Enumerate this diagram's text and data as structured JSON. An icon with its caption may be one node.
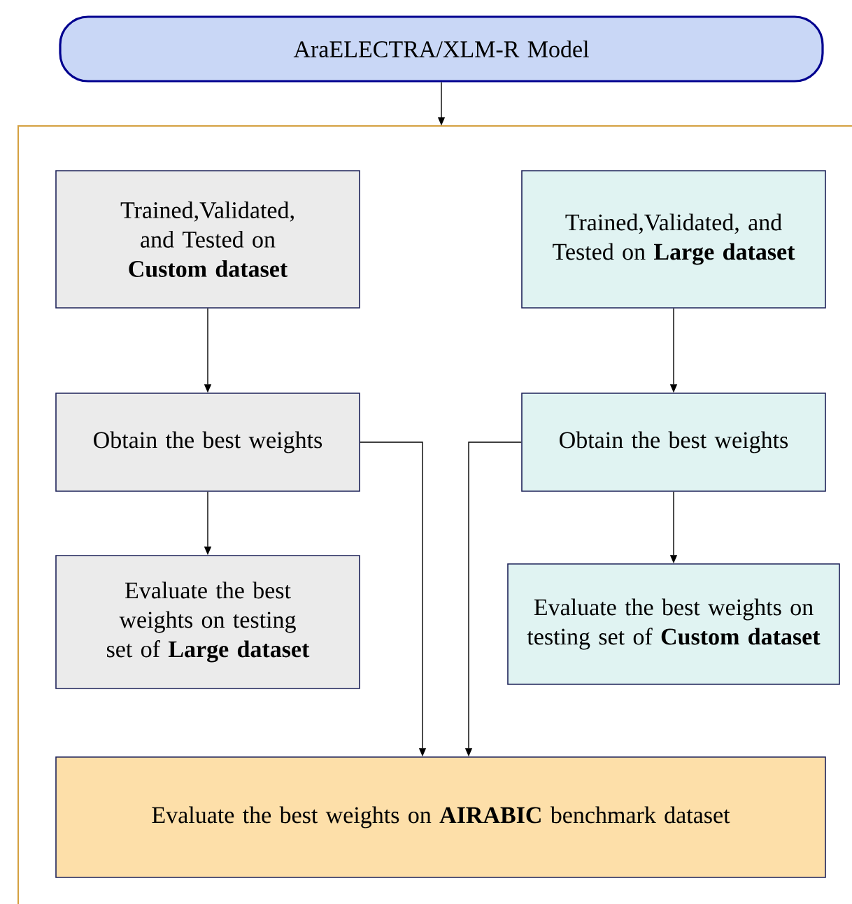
{
  "diagram": {
    "nodes": [
      {
        "text": [
          "AraELECTRA/XLM-R Model"
        ]
      },
      {
        "text": [],
        "shape": "box"
      },
      {
        "text": [
          "Trained,Validated, and Tested on **Custom dataset**"
        ],
        "in": 1
      },
      {
        "text": [
          "Trained,Validated, and Tested on **Large dataset**"
        ],
        "in": 1
      },
      {
        "text": [
          "Obtain the best weights"
        ],
        "in": 1
      },
      {
        "text": [
          "Obtain the best weights"
        ],
        "in": 1
      },
      {
        "text": [
          "Evaluate the best weights on testing set of **Large dataset**"
        ],
        "in": 1
      },
      {
        "text": [
          "Evaluate the best weights on testing set of **Custom dataset**"
        ],
        "in": 1
      },
      {
        "text": [
          "Evaluate the best weights on **AIRABIC** benchmark dataset"
        ],
        "in": 1
      }
    ],
    "edges": [
      {
        "from": 0,
        "to": 1,
        "arrow": "to"
      },
      {
        "from": 2,
        "to": 4,
        "arrow": "to"
      },
      {
        "from": 3,
        "to": 5,
        "arrow": "to"
      },
      {
        "from": 4,
        "to": 6,
        "arrow": "to"
      },
      {
        "from": 5,
        "to": 7,
        "arrow": "to"
      },
      {
        "from": 4,
        "to": 8,
        "arrow": "to"
      },
      {
        "from": 5,
        "to": 8,
        "arrow": "to"
      }
    ]
  }
}
